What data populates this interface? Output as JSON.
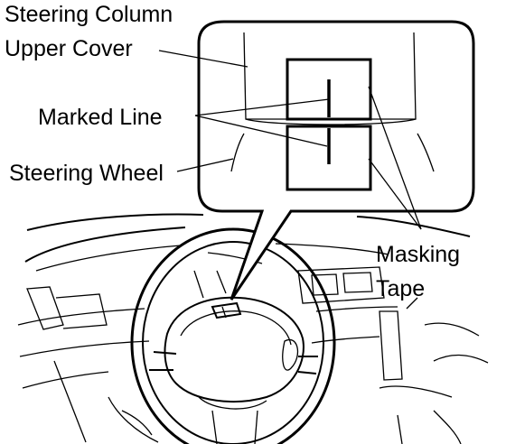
{
  "labels": {
    "steering_column_upper_cover_line1": "Steering Column",
    "steering_column_upper_cover_line2": "Upper Cover",
    "marked_line": "Marked Line",
    "steering_wheel": "Steering Wheel",
    "masking_tape_line1": "Masking",
    "masking_tape_line2": "Tape"
  },
  "colors": {
    "ink": "#000000",
    "background": "#ffffff"
  }
}
